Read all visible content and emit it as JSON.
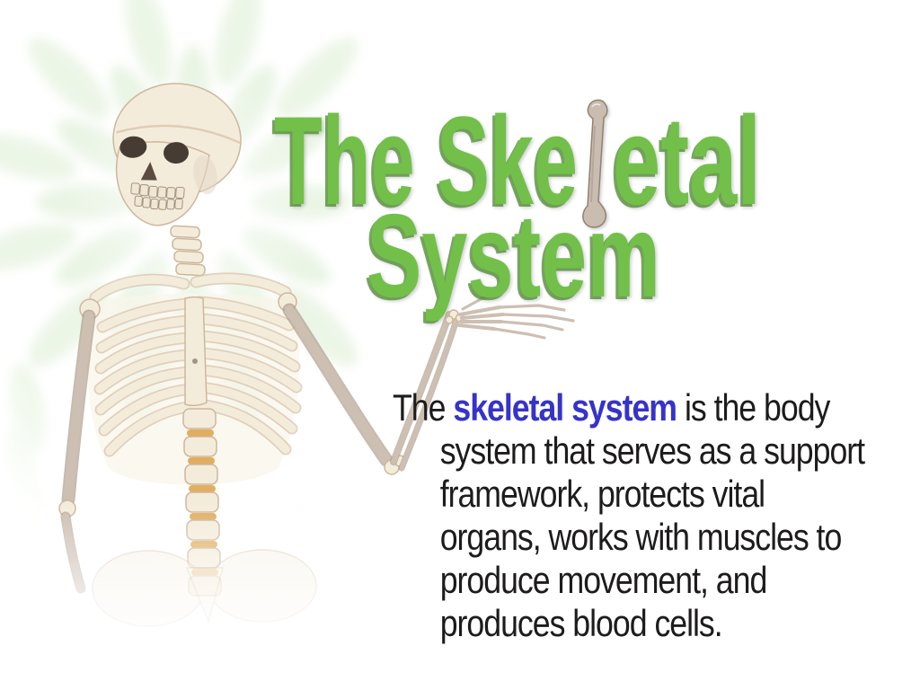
{
  "slide": {
    "kind": "presentation-slide",
    "background": "#ffffff"
  },
  "title": {
    "text": "The Skeletal System",
    "line1_before_bone": "The Ske",
    "line1_after_bone": "etal",
    "line2": "System",
    "note_bone_glyph": "letter l of Skeletal drawn as a bone image"
  },
  "body": {
    "line1_prefix": "The ",
    "line1_highlight": "skeletal system",
    "line1_suffix": " is the body",
    "lines": [
      "system that serves as a support",
      "framework, protects vital",
      "organs, works with muscles to",
      "produce movement, and",
      "produces blood cells."
    ]
  },
  "images": {
    "skeleton": "human-skeleton-model-photo",
    "background_pattern": "pale-green-radiating-bone-foliage",
    "bone_glyph": "long-bone-replacing-letter-l"
  },
  "colors": {
    "title_green": "#72c04a",
    "title_green_shadow": "#4e8a2f",
    "body_text": "#1d1b1b",
    "highlight_blue": "#3633c9",
    "pale_green": "#d9edcf",
    "bone_fill": "#f4ecdb",
    "bone_shadow": "#d8c3a9",
    "bone_line": "#cdb79c",
    "bone_gray": "#c9bcb0",
    "arm_tone": "#cdbfb2",
    "arm_shadow": "#a08d7d",
    "disc_tan": "#dfa550"
  }
}
